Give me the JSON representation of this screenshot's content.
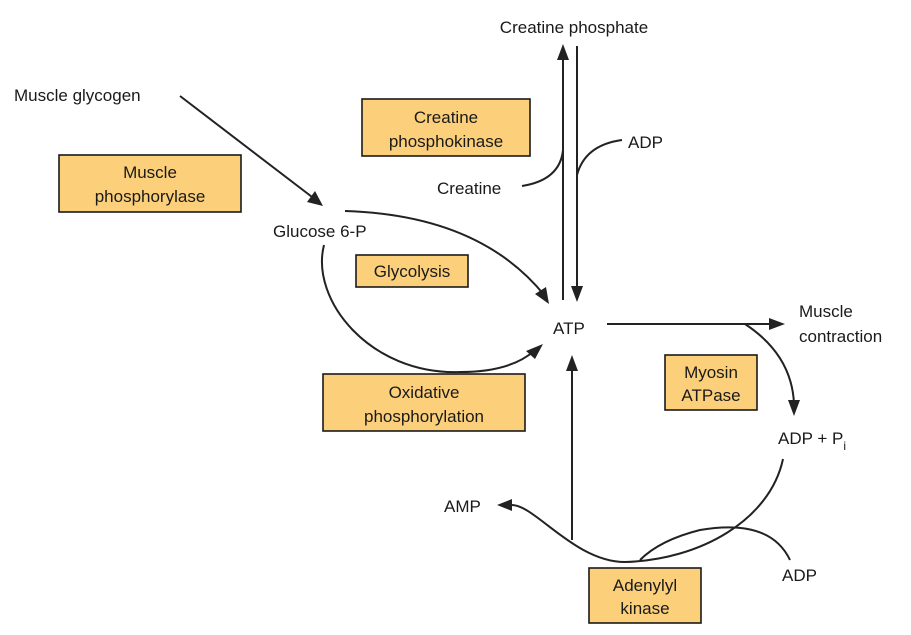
{
  "nodes": {
    "creatine_phosphate": "Creatine phosphate",
    "muscle_glycogen": "Muscle glycogen",
    "adp_top": "ADP",
    "creatine": "Creatine",
    "glucose_6p": "Glucose 6-P",
    "atp": "ATP",
    "muscle_contraction_line1": "Muscle",
    "muscle_contraction_line2": "contraction",
    "adp_pi": "ADP + P",
    "adp_pi_subscript": "i",
    "amp": "AMP",
    "adp_bottom": "ADP"
  },
  "enzymes": {
    "creatine_phosphokinase": [
      "Creatine",
      "phosphokinase"
    ],
    "muscle_phosphorylase": [
      "Muscle",
      "phosphorylase"
    ],
    "glycolysis": [
      "Glycolysis"
    ],
    "oxidative_phosphorylation": [
      "Oxidative",
      "phosphorylation"
    ],
    "myosin_atpase": [
      "Myosin",
      "ATPase"
    ],
    "adenylyl_kinase": [
      "Adenylyl",
      "kinase"
    ]
  },
  "colors": {
    "enzyme_box_fill": "#fcd07a",
    "line": "#222222",
    "text": "#1a1a1a"
  }
}
